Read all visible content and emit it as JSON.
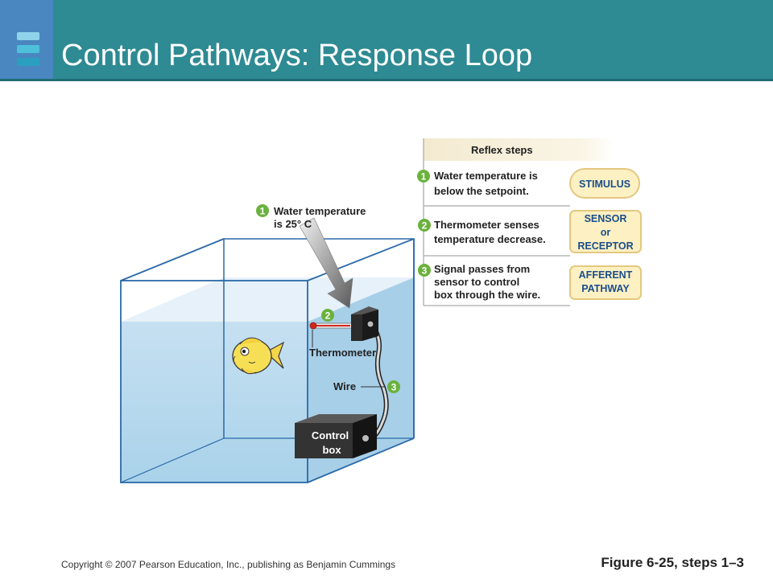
{
  "slide": {
    "title": "Control Pathways: Response Loop",
    "footer_copyright": "Copyright © 2007 Pearson Education, Inc., publishing as Benjamin Cummings",
    "figure_label": "Figure 6-25, steps 1–3"
  },
  "colors": {
    "header": "#2e8a93",
    "header_square": "#4a86bf",
    "step_badge": "#6ab23d",
    "box_fill": "#fdf0c2",
    "box_stroke": "#e3c880",
    "box_text": "#1a4e8c",
    "water": "#b9d8ee"
  },
  "aquarium": {
    "step1": {
      "number": "1",
      "line1": "Water temperature",
      "line2": "is 25° C"
    },
    "step2_number": "2",
    "step3_number": "3",
    "thermometer_label": "Thermometer",
    "wire_label": "Wire",
    "control_box": {
      "line1": "Control",
      "line2": "box"
    }
  },
  "reflex": {
    "header": "Reflex steps",
    "steps": [
      {
        "number": "1",
        "lines": [
          "Water temperature is",
          "below the setpoint."
        ],
        "box_lines": [
          "STIMULUS"
        ]
      },
      {
        "number": "2",
        "lines": [
          "Thermometer senses",
          "temperature decrease."
        ],
        "box_lines": [
          "SENSOR",
          "or",
          "RECEPTOR"
        ]
      },
      {
        "number": "3",
        "lines": [
          "Signal passes from",
          "sensor to control",
          "box through the wire."
        ],
        "box_lines": [
          "AFFERENT",
          "PATHWAY"
        ]
      }
    ]
  }
}
